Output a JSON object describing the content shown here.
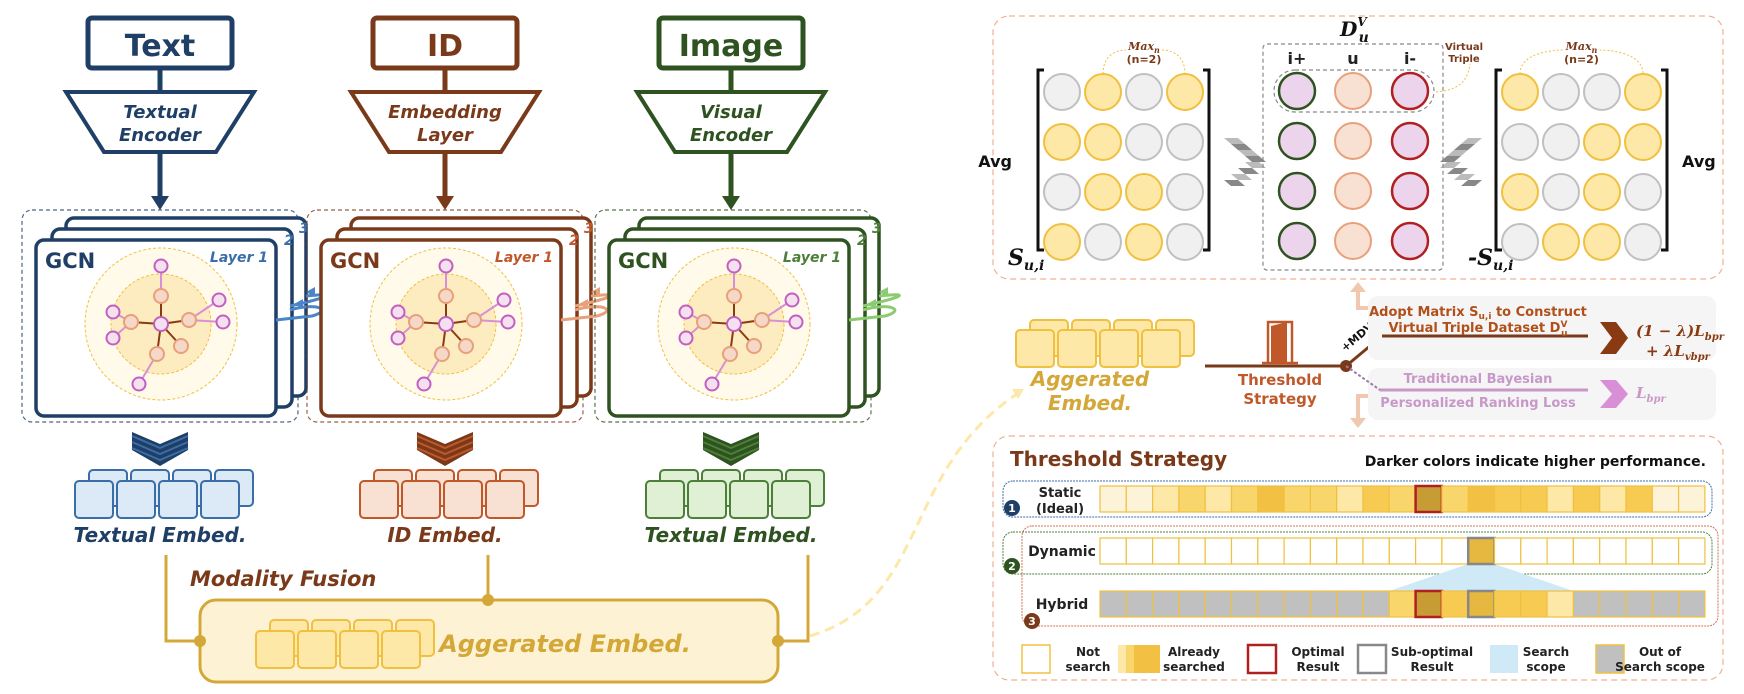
{
  "modalities": [
    {
      "key": "text",
      "input_label": "Text",
      "encoder_line1": "Textual",
      "encoder_line2": "Encoder",
      "gcn_label": "GCN",
      "layer_label": "Layer 1",
      "layer2": "2",
      "layer3": "3",
      "embed_label": "Textual Embed.",
      "color": "#1f3f66",
      "light": "#dce9f6",
      "mid": "#3a6ea8",
      "arrow_color": "#4a86c8"
    },
    {
      "key": "id",
      "input_label": "ID",
      "encoder_line1": "Embedding",
      "encoder_line2": "Layer",
      "gcn_label": "GCN",
      "layer_label": "Layer 1",
      "layer2": "2",
      "layer3": "3",
      "embed_label": "ID Embed.",
      "color": "#7a3a1a",
      "light": "#f8e0d2",
      "mid": "#c0582a",
      "arrow_color": "#e8a07a"
    },
    {
      "key": "image",
      "input_label": "Image",
      "encoder_line1": "Visual",
      "encoder_line2": "Encoder",
      "gcn_label": "GCN",
      "layer_label": "Layer 1",
      "layer2": "2",
      "layer3": "3",
      "embed_label": "Textual Embed.",
      "color": "#2e5220",
      "light": "#dff0d4",
      "mid": "#4c7f38",
      "arrow_color": "#8ccc70"
    }
  ],
  "fusion": {
    "title": "Modality Fusion",
    "aggregated_label": "Aggerated Embed."
  },
  "matrix_section": {
    "left": {
      "avg_label": "Avg",
      "matrix_label": "S",
      "matrix_sub": "u,i",
      "max_label": "Max",
      "max_sub": "n",
      "n_label": "(n=2)",
      "rows": [
        [
          0,
          1,
          0,
          1
        ],
        [
          1,
          1,
          0,
          0
        ],
        [
          0,
          1,
          1,
          0
        ],
        [
          1,
          0,
          1,
          0
        ]
      ]
    },
    "right": {
      "avg_label": "Avg",
      "matrix_label": "-S",
      "matrix_sub": "u,i",
      "max_label": "Max",
      "max_sub": "n",
      "n_label": "(n=2)",
      "rows": [
        [
          1,
          0,
          0,
          1
        ],
        [
          0,
          0,
          1,
          1
        ],
        [
          1,
          0,
          1,
          0
        ],
        [
          0,
          1,
          1,
          0
        ]
      ]
    },
    "dataset": {
      "title": "D",
      "title_sub": "u",
      "title_sup": "V",
      "columns": [
        "i+",
        "u",
        "i-"
      ],
      "row_count": 4,
      "virtual_triple_line1": "Virtual",
      "virtual_triple_line2": "Triple"
    }
  },
  "pipeline": {
    "aggregated_line1": "Aggerated",
    "aggregated_line2": "Embed.",
    "threshold_line1": "Threshold",
    "threshold_line2": "Strategy",
    "mdvt_label": "+MDVT",
    "branch_top_line1": "Adopt Matrix S",
    "branch_top_line1_sub": "u,i",
    "branch_top_line1_end": " to Construct",
    "branch_top_line2": "Virtual Triple Dataset D",
    "branch_top_line2_sub": "u",
    "branch_top_line2_sup": "V",
    "loss_top_line1": "(1 − λ)L",
    "loss_top_line1_sub": "bpr",
    "loss_top_line2": "+ λL",
    "loss_top_line2_sub": "vbpr",
    "branch_bottom_line1": "Traditional Bayesian",
    "branch_bottom_line2": "Personalized Ranking Loss",
    "loss_bottom": "L",
    "loss_bottom_sub": "bpr"
  },
  "threshold": {
    "title": "Threshold Strategy",
    "note": "Darker colors indicate higher performance.",
    "level_colors": [
      "#fdf3d8",
      "#fde8a8",
      "#f9d66b",
      "#f7ca52",
      "#f2c043"
    ],
    "optimal_color": "#c89c34",
    "suboptimal_color": "#e6b840",
    "out_color": "#c0c0c0",
    "rows": [
      {
        "num": "1",
        "label_line1": "Static",
        "label_line2": "(Ideal)",
        "badge_color": "#1f3f66",
        "cells": [
          0,
          0,
          1,
          2,
          1,
          2,
          4,
          2,
          2,
          1,
          3,
          2,
          "opt",
          2,
          4,
          3,
          3,
          1,
          3,
          1,
          3,
          0,
          0
        ]
      },
      {
        "num": "2",
        "label_line1": "Dynamic",
        "label_line2": "",
        "badge_color": "#2e5220",
        "cells": [
          "n",
          "n",
          "n",
          "n",
          "n",
          "n",
          "n",
          "n",
          "n",
          "n",
          "n",
          "n",
          "n",
          "n",
          "sub",
          "n",
          "n",
          "n",
          "n",
          "n",
          "n",
          "n",
          "n"
        ]
      },
      {
        "num": "3",
        "label_line1": "Hybrid",
        "label_line2": "",
        "badge_color": "#7a3a1a",
        "cells": [
          "x",
          "x",
          "x",
          "x",
          "x",
          "x",
          "x",
          "x",
          "x",
          "x",
          "x",
          2,
          "opt",
          3,
          "sub",
          3,
          3,
          1,
          "x",
          "x",
          "x",
          "x",
          "x"
        ]
      }
    ],
    "legend": [
      {
        "key": "not-search",
        "line1": "Not",
        "line2": "search"
      },
      {
        "key": "already-searched",
        "line1": "Already",
        "line2": "searched"
      },
      {
        "key": "optimal",
        "line1": "Optimal",
        "line2": "Result"
      },
      {
        "key": "sub-optimal",
        "line1": "Sub-optimal",
        "line2": "Result"
      },
      {
        "key": "search-scope",
        "line1": "Search",
        "line2": "scope"
      },
      {
        "key": "out-of-scope",
        "line1": "Out of",
        "line2": "Search scope"
      }
    ]
  }
}
